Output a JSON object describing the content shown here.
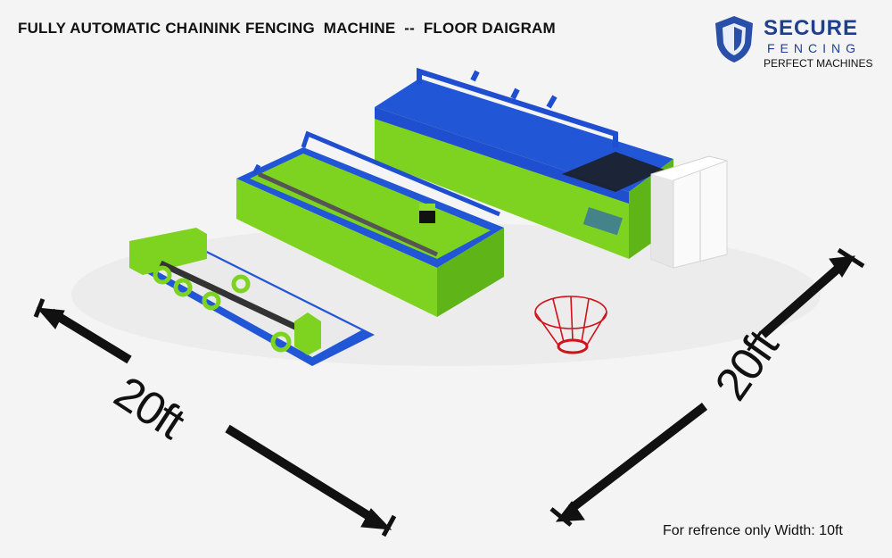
{
  "header": {
    "title": "FULLY AUTOMATIC CHAININK FENCING  MACHINE  --  FLOOR DAIGRAM"
  },
  "logo": {
    "brand": "SECURE",
    "sub": "FENCING",
    "tagline": "PERFECT MACHINES",
    "icon": "shield-icon",
    "color": "#1f3f8f"
  },
  "dimensions": {
    "left_label": "20ft",
    "right_label": "20ft"
  },
  "footnote": "For refrence only Width: 10ft",
  "colors": {
    "machine_green": "#7ed321",
    "machine_blue": "#1f4fd0",
    "basket_red": "#d0121b"
  }
}
